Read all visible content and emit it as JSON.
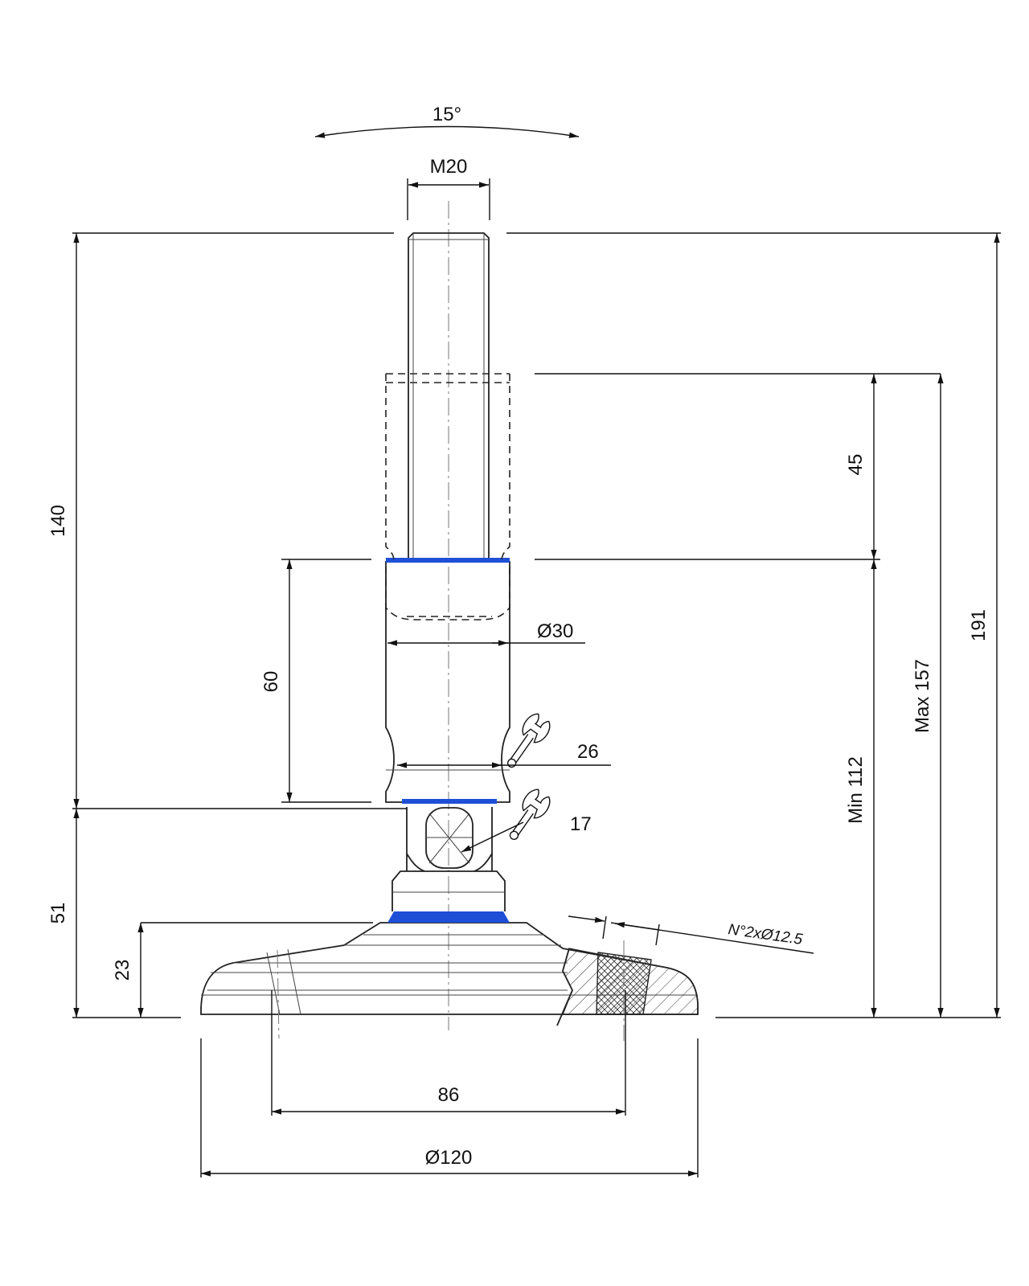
{
  "drawing": {
    "accent_color": "#1f4fd6",
    "labels": {
      "angle": "15°",
      "thread": "M20",
      "dia_stem": "Ø30",
      "wrench_large": "26",
      "wrench_small": "17",
      "holes": "N°2xØ12.5",
      "h_140": "140",
      "h_51": "51",
      "h_23": "23",
      "h_60": "60",
      "h_45": "45",
      "h_min": "Min 112",
      "h_max": "Max 157",
      "h_191": "191",
      "w_86": "86",
      "w_120": "Ø120"
    },
    "icons": [
      "wrench-icon",
      "wrench-icon"
    ]
  }
}
